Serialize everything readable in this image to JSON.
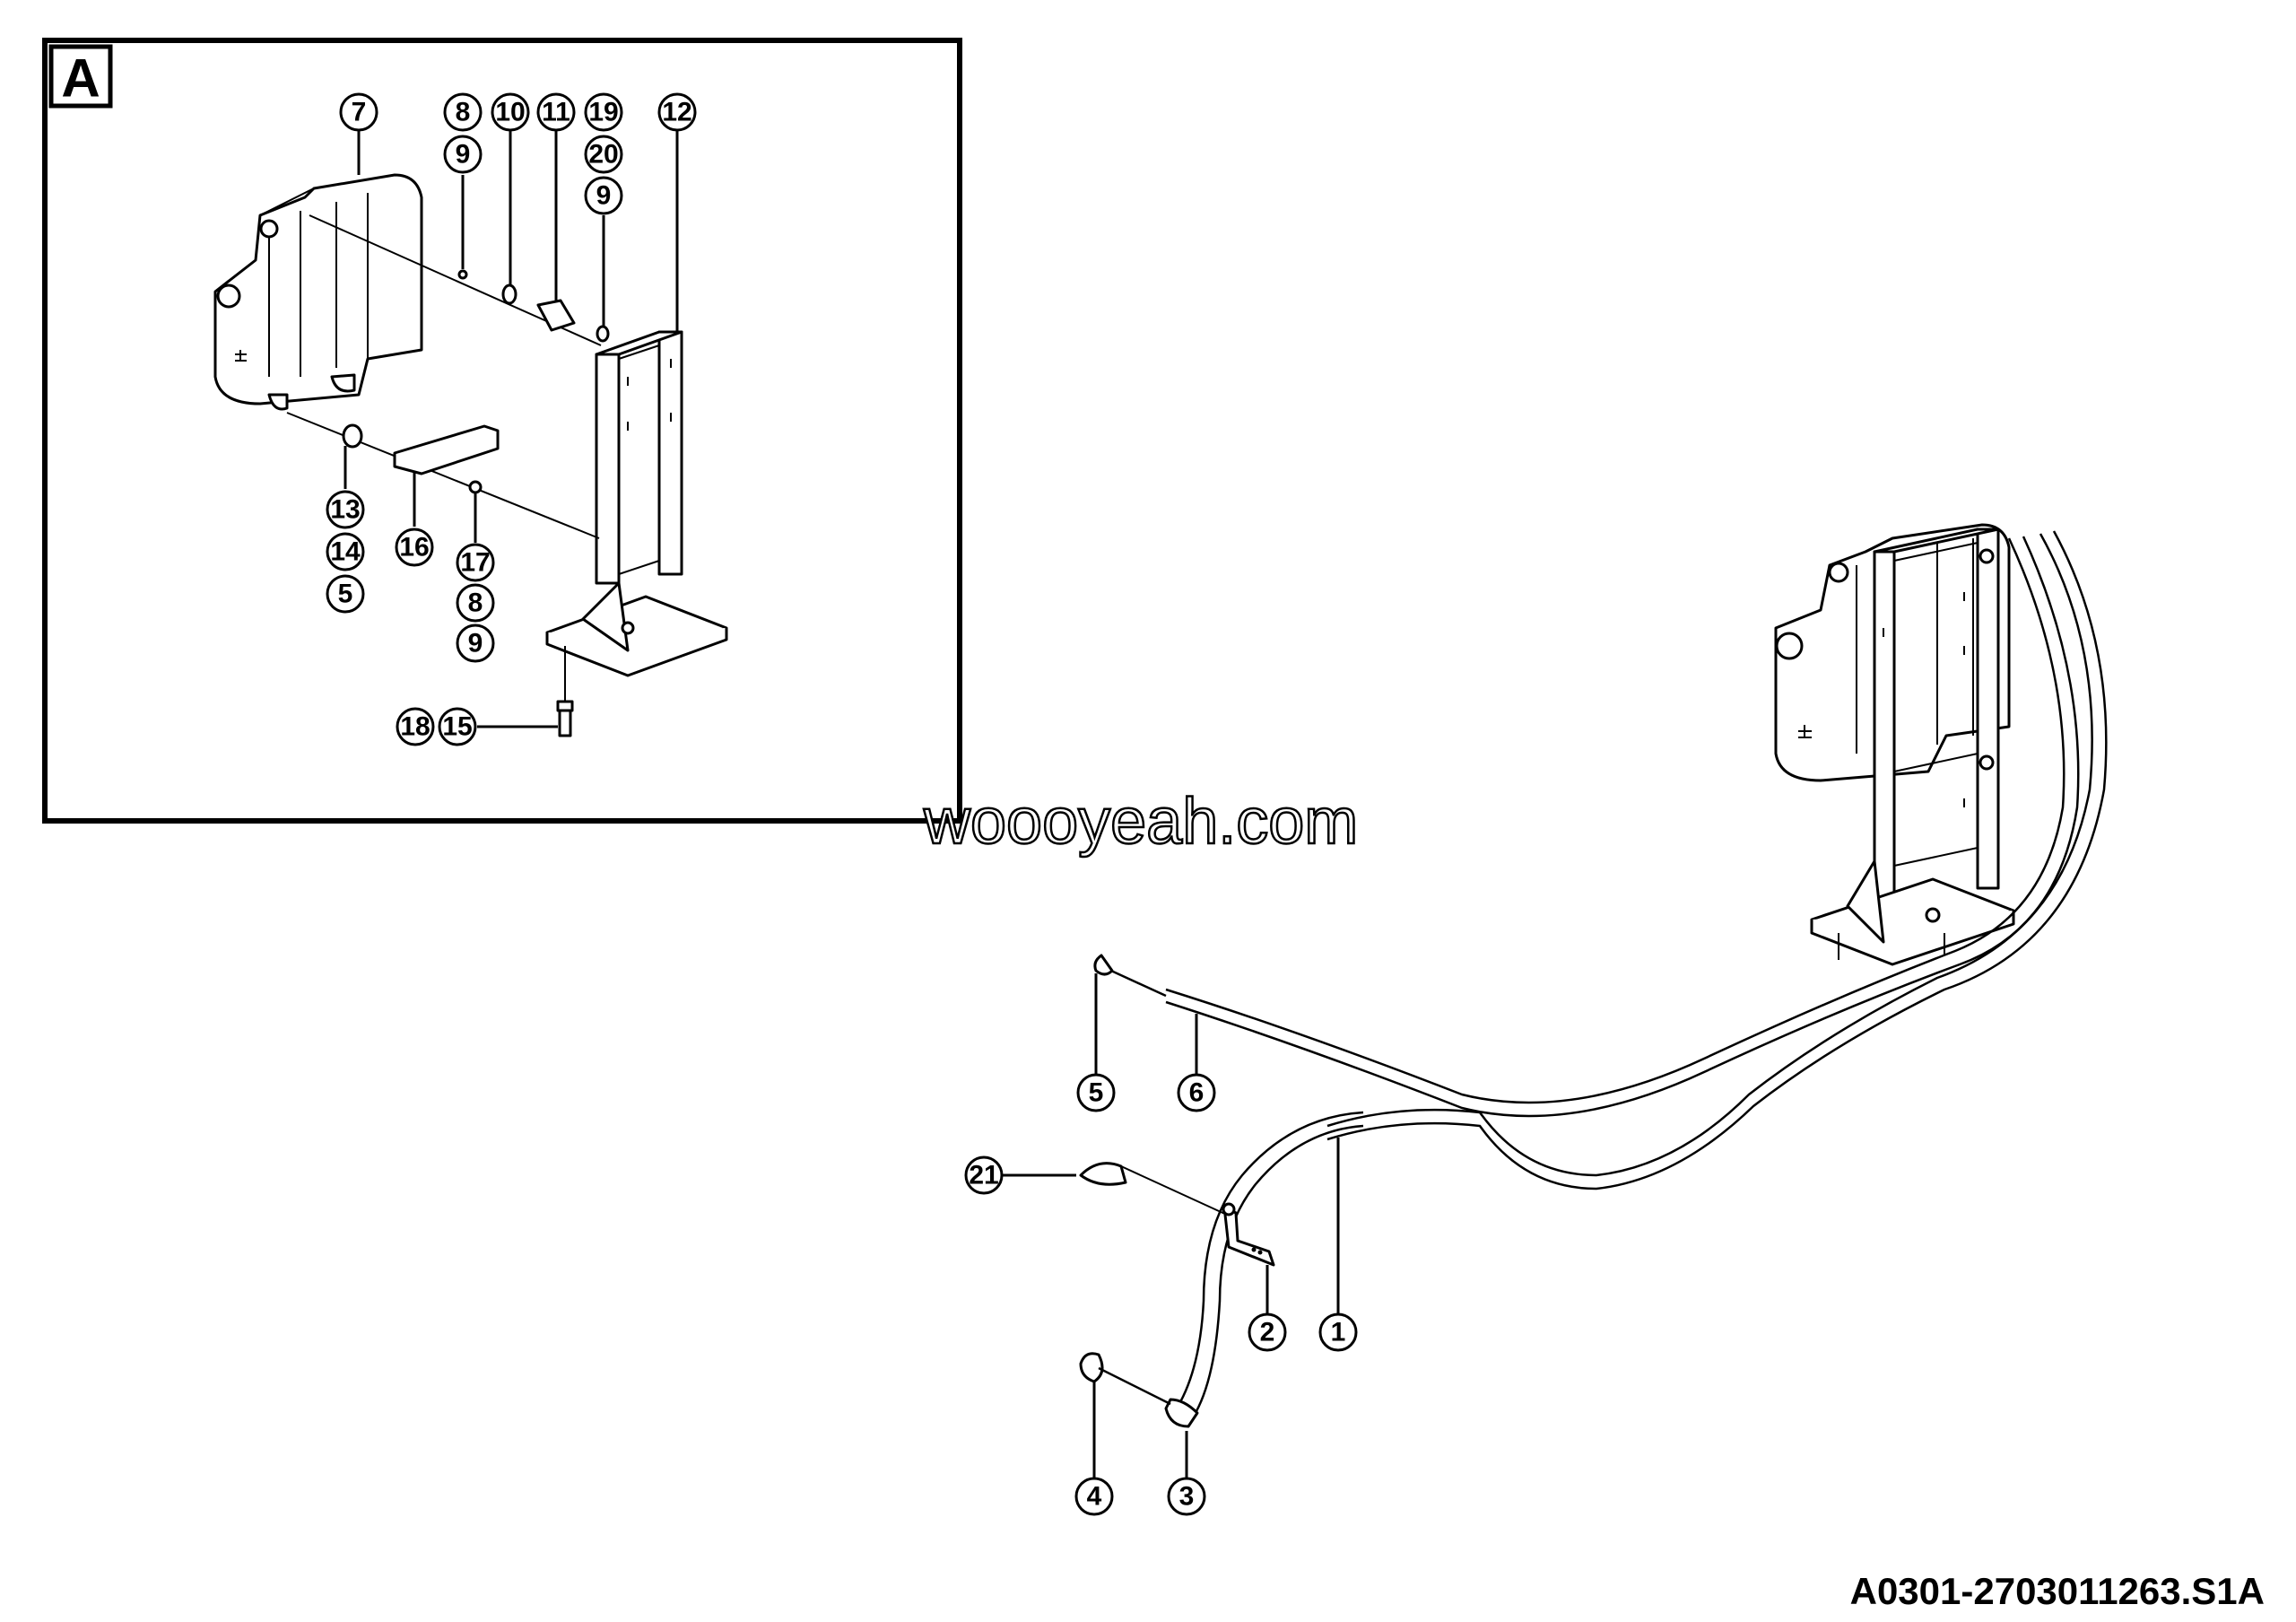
{
  "inset": {
    "tag": "A"
  },
  "watermark": "woooyeah.com",
  "drawing_code": "A0301-2703011263.S1A",
  "callouts": {
    "c7": "7",
    "c8a": "8",
    "c9a": "9",
    "c10": "10",
    "c11": "11",
    "c19": "19",
    "c20": "20",
    "c9b": "9",
    "c12": "12",
    "c13": "13",
    "c14": "14",
    "c5a": "5",
    "c16": "16",
    "c17": "17",
    "c8b": "8",
    "c9c": "9",
    "c18": "18",
    "c15": "15",
    "c5b": "5",
    "c6": "6",
    "c21": "21",
    "c2": "2",
    "c1": "1",
    "c4": "4",
    "c3": "3"
  }
}
